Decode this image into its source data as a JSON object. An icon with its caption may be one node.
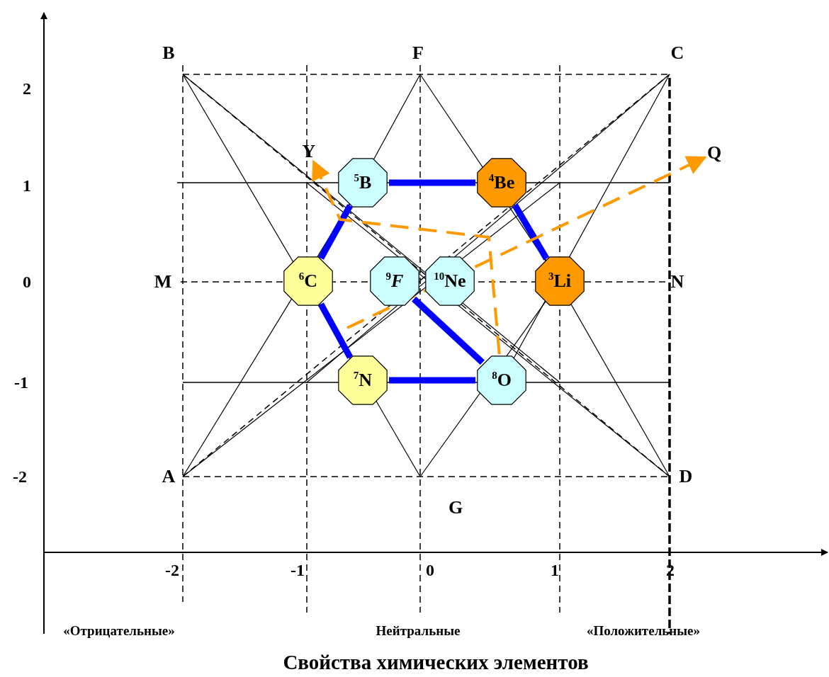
{
  "diagram": {
    "nodes": [
      {
        "text": [
          "$^{5}$B"
        ]
      },
      {
        "text": [
          "$^{4}$Be"
        ]
      },
      {
        "text": [
          "$^{6}$C"
        ]
      },
      {
        "text": [
          "$^{9}$*F*"
        ]
      },
      {
        "text": [
          "$^{10}$Ne"
        ]
      },
      {
        "text": [
          "$^{3}$Li"
        ]
      },
      {
        "text": [
          "$^{7}$N"
        ]
      },
      {
        "text": [
          "$^{8}$O"
        ]
      },
      {
        "text": [
          "Y"
        ]
      },
      {
        "text": [
          "Q"
        ]
      }
    ],
    "edges": [
      {
        "from": 0,
        "to": 1,
        "arrow": "none"
      },
      {
        "from": 1,
        "to": 5,
        "arrow": "none"
      },
      {
        "from": 0,
        "to": 2,
        "arrow": "none"
      },
      {
        "from": 2,
        "to": 6,
        "arrow": "none"
      },
      {
        "from": 6,
        "to": 7,
        "arrow": "none"
      },
      {
        "from": 3,
        "to": 7,
        "arrow": "none"
      },
      {
        "from": 7,
        "to": 8,
        "arrow": "to",
        "style": "dashed",
        "color": "#ff9900"
      },
      {
        "from": null,
        "to": 9,
        "arrow": "to",
        "style": "dashed",
        "color": "#ff9900"
      }
    ],
    "labels": [
      "B",
      "F",
      "C",
      "2",
      "1",
      "0",
      "M",
      "N",
      "-1",
      "-2",
      "A",
      "D",
      "G",
      "-2",
      "-1",
      "0",
      "1",
      "2",
      "«Отрицательные»",
      "Нейтральные",
      "«Положительные»",
      "Свойства химических элементов"
    ]
  }
}
